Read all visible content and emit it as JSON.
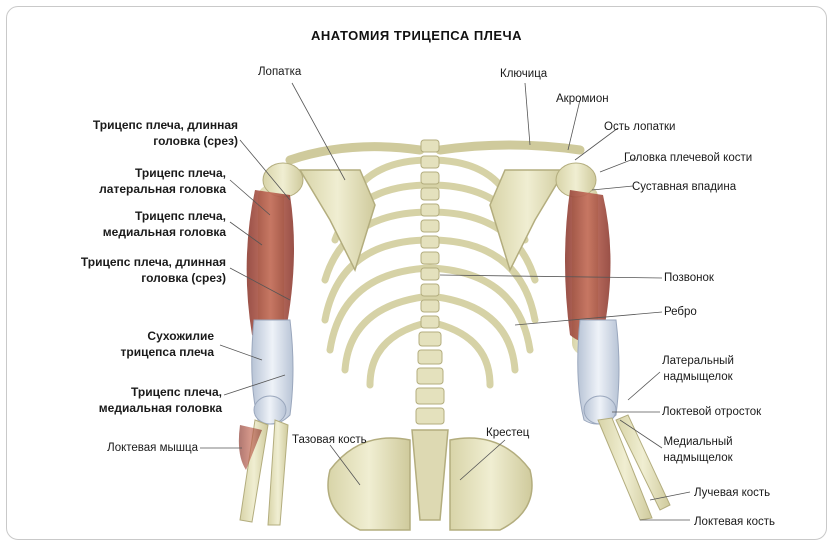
{
  "title": "АНАТОМИЯ ТРИЦЕПСА ПЛЕЧА",
  "labels": {
    "lopatka": "Лопатка",
    "klyuchitsa": "Ключица",
    "akromion": "Акромион",
    "ost_lopatki": "Ость лопатки",
    "golovka_plech": "Головка плечевой кости",
    "sustavnaya_vpadina": "Суставная впадина",
    "pozvonok": "Позвонок",
    "rebro": "Ребро",
    "lat_nadmysh_1": "Латеральный",
    "lat_nadmysh_2": "надмыщелок",
    "loktevoy_otrostok": "Локтевой отросток",
    "med_nadmysh_1": "Медиальный",
    "med_nadmysh_2": "надмыщелок",
    "luchevaya_kost": "Лучевая кость",
    "loktevaya_kost": "Локтевая кость",
    "tazovaya_kost": "Тазовая кость",
    "krestets": "Крестец",
    "dlinnaya_srez_1a": "Трицепс плеча, длинная",
    "dlinnaya_srez_1b": "головка (срез)",
    "lateralnaya_a": "Трицепс плеча,",
    "lateralnaya_b": "латеральная головка",
    "medialnaya_1a": "Трицепс плеча,",
    "medialnaya_1b": "медиальная головка",
    "dlinnaya_srez_2a": "Трицепс плеча, длинная",
    "dlinnaya_srez_2b": "головка (срез)",
    "suhozhilie_a": "Сухожилие",
    "suhozhilie_b": "трицепса плеча",
    "medialnaya_2a": "Трицепс плеча,",
    "medialnaya_2b": "медиальная головка",
    "loktevaya_mysh": "Локтевая мышца"
  },
  "colors": {
    "bone": "#e9e7c6",
    "bone_shade": "#c9c49a",
    "muscle": "#b45a4a",
    "tendon": "#d9e2ee",
    "leader": "#555555"
  }
}
